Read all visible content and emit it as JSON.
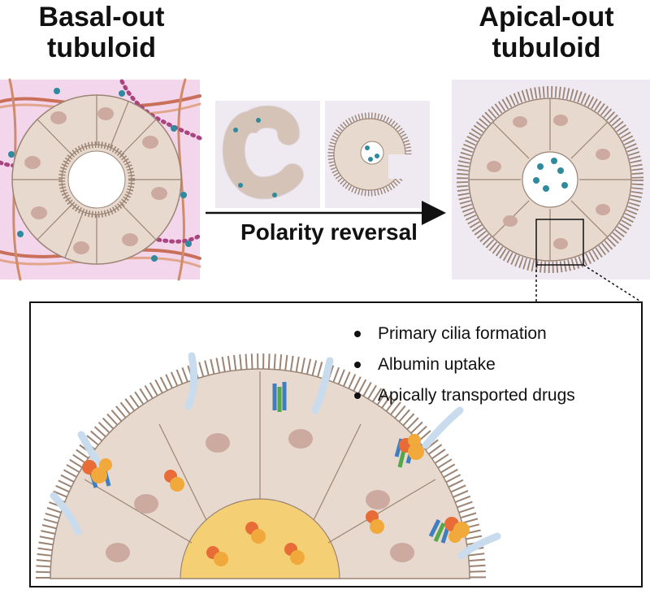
{
  "titles": {
    "left": "Basal-out tubuloid",
    "right": "Apical-out tubuloid"
  },
  "arrow_label": "Polarity reversal",
  "bullets": [
    "Primary cilia formation",
    "Albumin uptake",
    "Apically transported drugs"
  ],
  "colors": {
    "cell_fill": "#e8d9cf",
    "cell_stroke": "#9b8474",
    "nucleus": "#cdaaa0",
    "ecm_background": "#f3d6ec",
    "lumen_fill": "#f5cf74",
    "cilia": "#c9dced",
    "protein_orange": "#f0a93a",
    "receptor_blue": "#3f7fc1",
    "receptor_green": "#55a84a"
  }
}
